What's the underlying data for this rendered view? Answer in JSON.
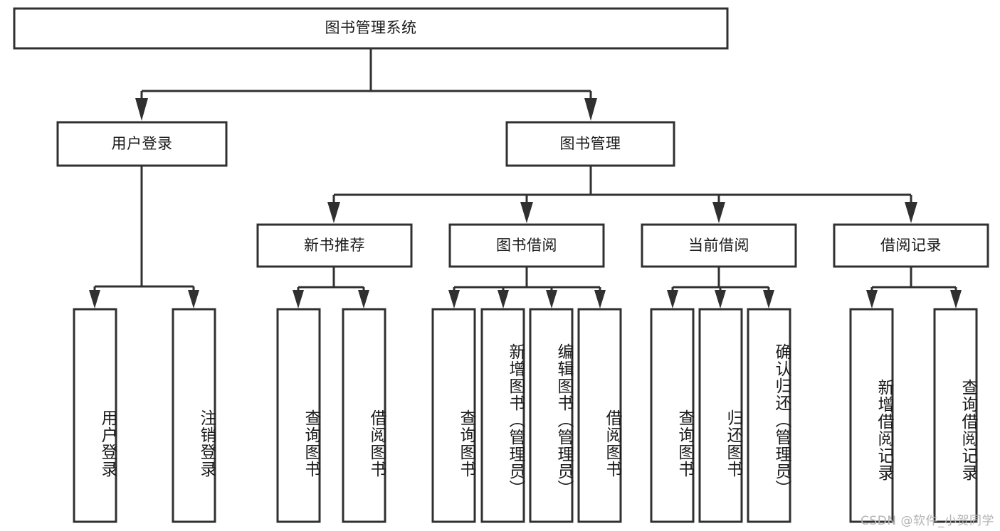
{
  "diagram": {
    "title": "图书管理系统",
    "type": "tree-hierarchy-chart",
    "orientation": "top-down",
    "colors": {
      "box_stroke": "#303030",
      "box_fill": "#ffffff",
      "connector": "#303030",
      "text": "#1a1a1a",
      "background": "#ffffff",
      "watermark": "#b4b4b4"
    }
  },
  "watermark": {
    "text": "CSDN @软件_小贺同学"
  },
  "nodes": {
    "root": {
      "label": "图书管理系统",
      "level": 1
    },
    "level2": [
      {
        "id": "user-login",
        "label": "用户登录"
      },
      {
        "id": "book-management",
        "label": "图书管理"
      }
    ],
    "level3": [
      {
        "id": "new-book-recommend",
        "label": "新书推荐"
      },
      {
        "id": "book-borrow",
        "label": "图书借阅"
      },
      {
        "id": "current-borrow",
        "label": "当前借阅"
      },
      {
        "id": "borrow-record",
        "label": "借阅记录"
      }
    ],
    "leaves": {
      "user-login": [
        {
          "id": "leaf-user-login",
          "label": "用户登录"
        },
        {
          "id": "leaf-logout-login",
          "label": "注销登录"
        }
      ],
      "new-book-recommend": [
        {
          "id": "leaf-query-book-1",
          "label": "查询图书"
        },
        {
          "id": "leaf-borrow-book-1",
          "label": "借阅图书"
        }
      ],
      "book-borrow": [
        {
          "id": "leaf-query-book-2",
          "label": "查询图书"
        },
        {
          "id": "leaf-add-book",
          "label": "新增图书（管理员）"
        },
        {
          "id": "leaf-edit-book",
          "label": "编辑图书（管理员）"
        },
        {
          "id": "leaf-borrow-book-2",
          "label": "借阅图书"
        }
      ],
      "current-borrow": [
        {
          "id": "leaf-query-book-3",
          "label": "查询图书"
        },
        {
          "id": "leaf-return-book",
          "label": "归还图书"
        },
        {
          "id": "leaf-confirm-return",
          "label": "确认归还（管理员）"
        }
      ],
      "borrow-record": [
        {
          "id": "leaf-add-record",
          "label": "新增借阅记录"
        },
        {
          "id": "leaf-query-record",
          "label": "查询借阅记录"
        }
      ]
    }
  }
}
